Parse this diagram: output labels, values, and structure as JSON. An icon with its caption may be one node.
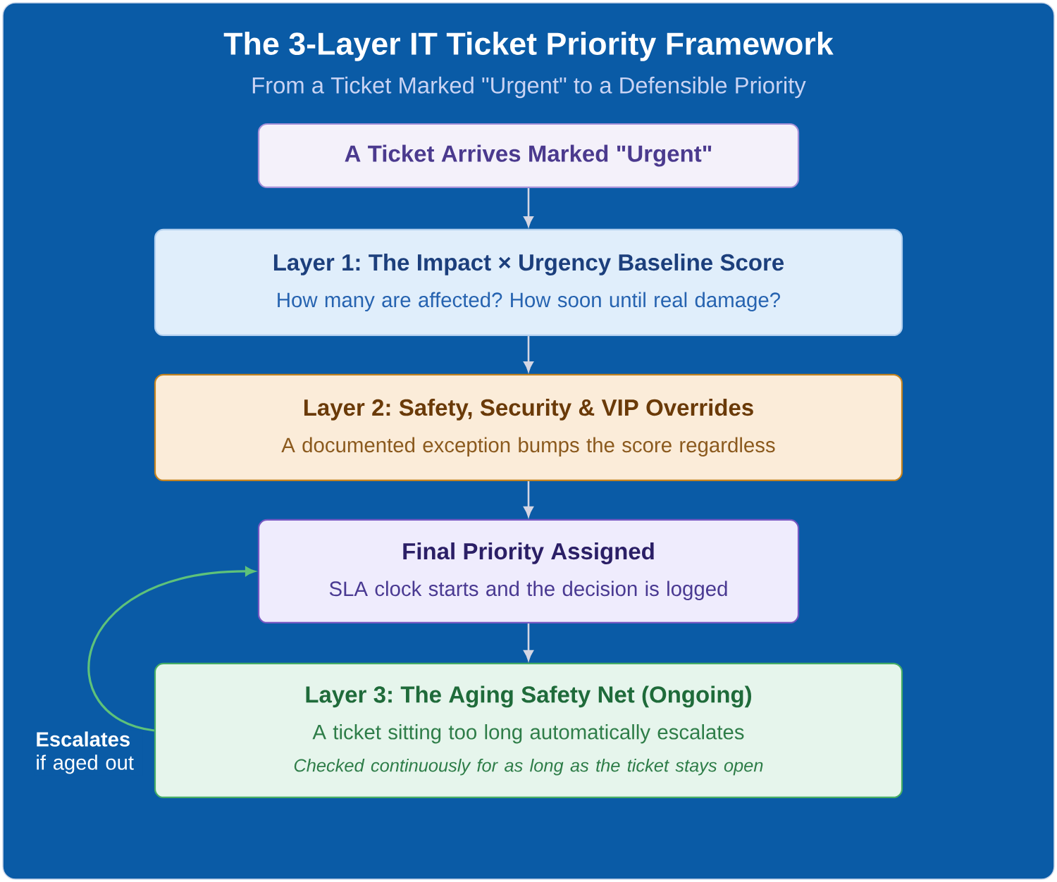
{
  "diagram": {
    "title": "The 3-Layer IT Ticket Priority Framework",
    "nodes": [
      {
        "text": [
          "A Ticket Arrives Marked \"Urgent\""
        ]
      },
      {
        "text": [
          "Layer 1: The Impact × Urgency Baseline Score",
          "How many are affected? How soon until real damage?"
        ]
      },
      {
        "text": [
          "Layer 2: Safety, Security & VIP Overrides",
          "A documented exception bumps the score regardless"
        ]
      },
      {
        "text": [
          "Final Priority Assigned",
          "SLA clock starts and the decision is logged"
        ]
      },
      {
        "text": [
          "Layer 3: The Aging Safety Net (Ongoing)",
          "A ticket sitting too long automatically escalates",
          "Checked continuously for as long as the ticket stays open"
        ]
      }
    ],
    "edges": [
      {
        "from": 0,
        "to": 1,
        "arrow": "to"
      },
      {
        "from": 1,
        "to": 2,
        "arrow": "to"
      },
      {
        "from": 2,
        "to": 3,
        "arrow": "to"
      },
      {
        "from": 3,
        "to": 4,
        "arrow": "to"
      },
      {
        "from": 4,
        "to": 3,
        "arrow": "to",
        "label": "**Escalates** if aged out",
        "color": "#5ec27a"
      }
    ],
    "labels": [
      "From a Ticket Marked \"Urgent\" to a Defensible Priority"
    ]
  }
}
